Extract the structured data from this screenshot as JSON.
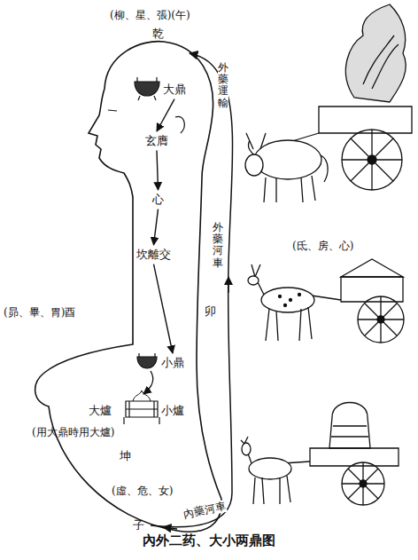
{
  "diagram": {
    "caption": "內外二药、大小两鼎图",
    "nodes": [
      {
        "text": [
          "大鼎"
        ]
      },
      {
        "text": [
          "玄膺"
        ]
      },
      {
        "text": [
          "心"
        ]
      },
      {
        "text": [
          "坎離交"
        ]
      },
      {
        "text": [
          "小鼎"
        ]
      }
    ],
    "edges": [
      {
        "from": 0,
        "to": 1,
        "arrow": "to"
      },
      {
        "from": 1,
        "to": 2,
        "arrow": "to"
      },
      {
        "from": 2,
        "to": 3,
        "arrow": "to"
      },
      {
        "from": 3,
        "to": 4,
        "arrow": "to"
      }
    ],
    "labels": [
      "(柳、星、張)(午)",
      "乾",
      "(昴、畢、胃)酉",
      "卯",
      "外藥運輸",
      "外藥河車",
      "(氐、房、心)",
      "大爐",
      "小爐",
      "(用大鼎時用大爐)",
      "坤",
      "(虛、危、女)",
      "子",
      "內藥河車"
    ]
  }
}
